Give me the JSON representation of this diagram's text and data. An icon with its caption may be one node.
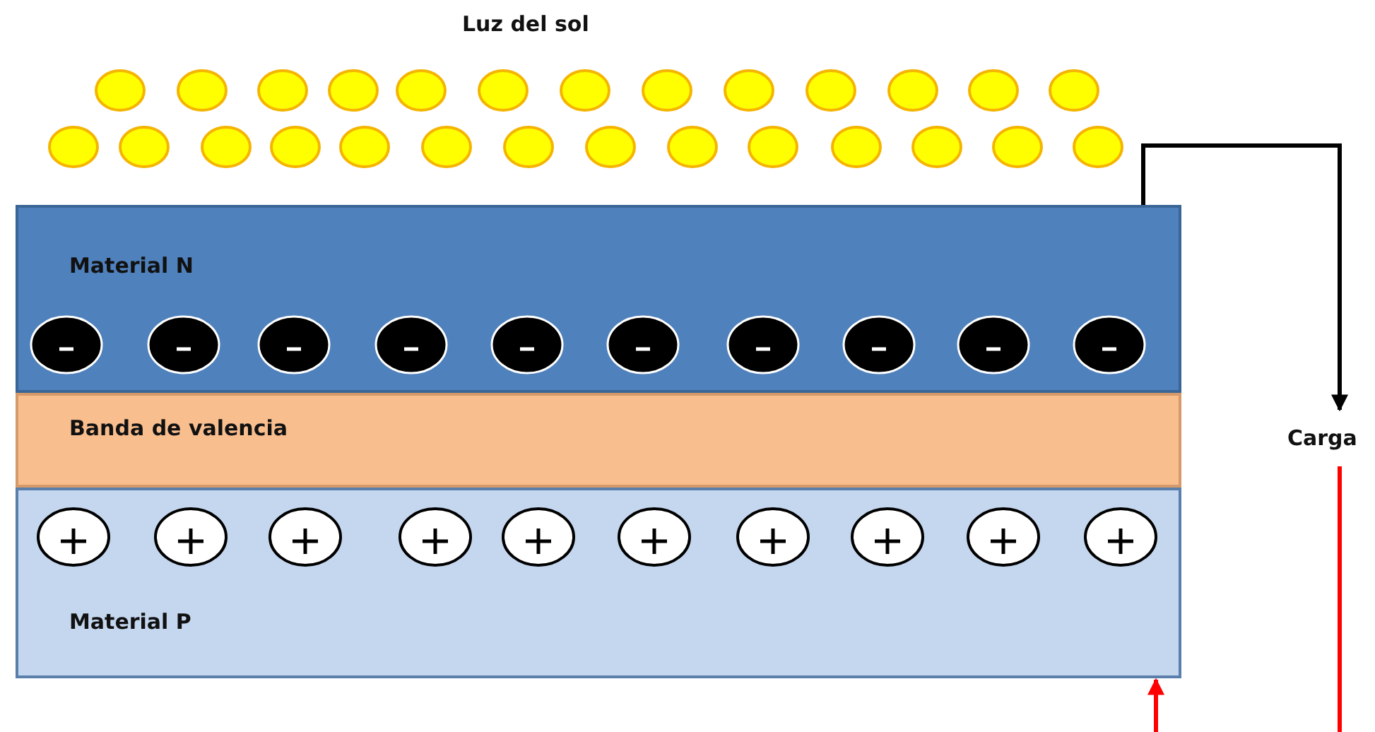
{
  "diagram": {
    "nodes": [
      {
        "text": [
          "Material N"
        ]
      },
      {
        "text": [
          "Banda de valencia"
        ]
      },
      {
        "text": [
          "Material P"
        ]
      },
      {
        "text": [
          "Carga"
        ]
      }
    ],
    "edges": [
      {
        "from": 0,
        "to": 3,
        "arrow": "to"
      },
      {
        "from": 3,
        "to": 2,
        "arrow": "to",
        "color": "#ff0000"
      }
    ],
    "labels": [
      "Luz del sol"
    ]
  }
}
